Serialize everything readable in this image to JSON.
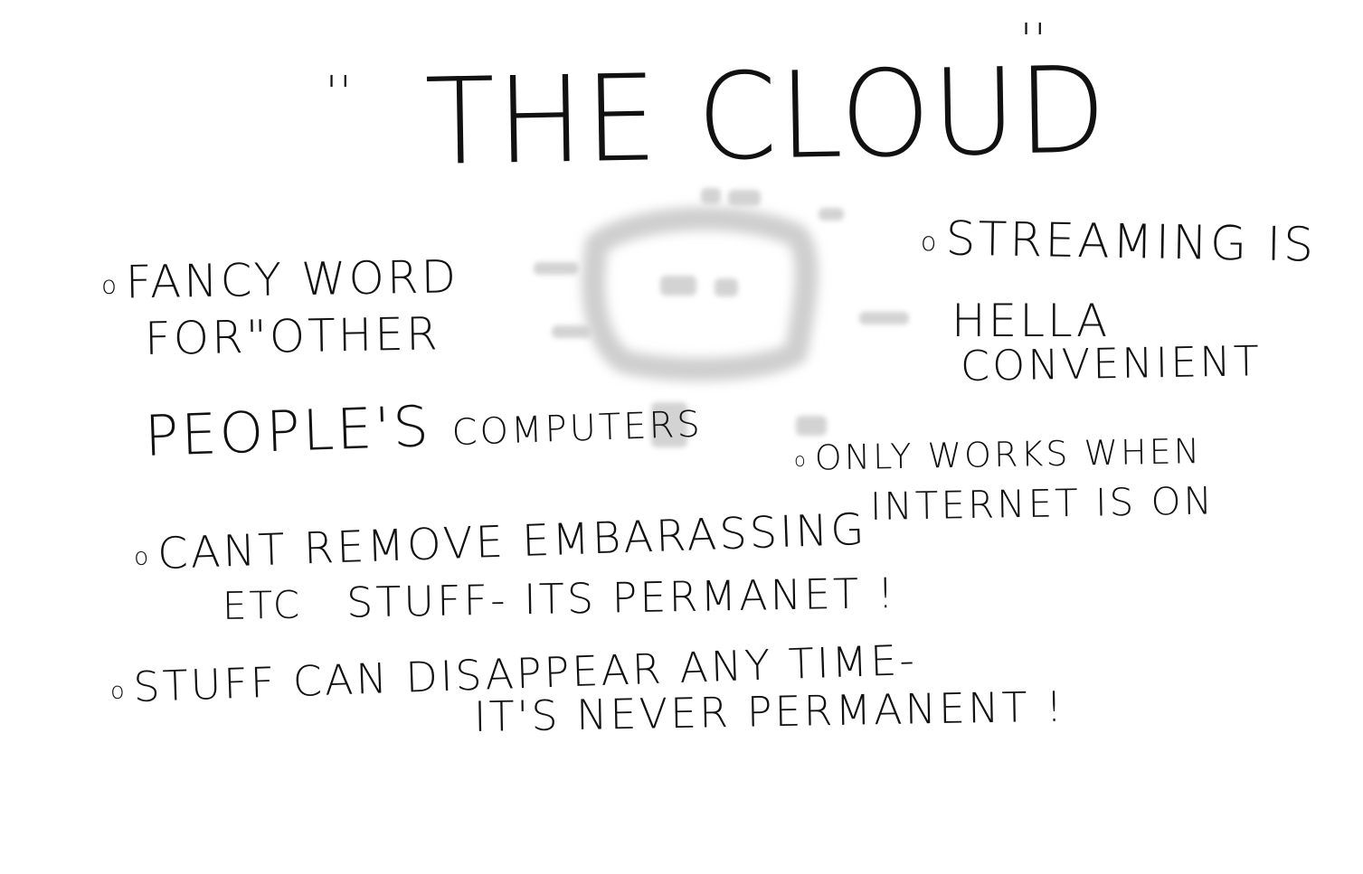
{
  "title": {
    "open_quote": "''",
    "text": "THE CLOUD",
    "close_quote": "''"
  },
  "bullet_symbol": "o",
  "notes": [
    {
      "lines": [
        "FANCY WORD",
        "FOR\"OTHER",
        "PEOPLE'S",
        "COMPUTERS"
      ]
    },
    {
      "lines": [
        "STREAMING IS",
        "HELLA",
        "CONVENIENT"
      ]
    },
    {
      "lines": [
        "ONLY WORKS WHEN",
        "INTERNET IS ON"
      ]
    },
    {
      "lines": [
        "CANT REMOVE EMBARASSING",
        "ETC",
        "STUFF- ITS PERMANET !"
      ]
    },
    {
      "lines": [
        "STUFF CAN DISAPPEAR ANY TIME-",
        "IT'S NEVER PERMANENT !"
      ]
    }
  ]
}
